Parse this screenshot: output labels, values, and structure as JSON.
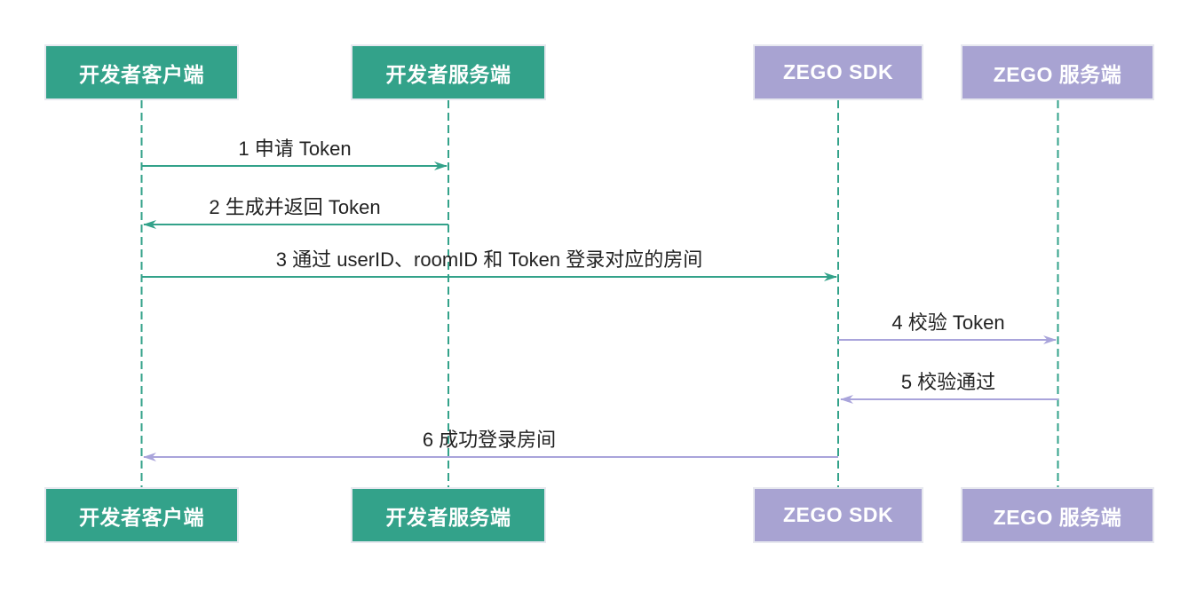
{
  "diagram": {
    "type": "sequence-diagram",
    "background": "#ffffff",
    "colors": {
      "developer_box": "#33a28a",
      "zego_box": "#a8a3d2",
      "developer_arrow": "#33a28a",
      "zego_arrow": "#a9a4db",
      "lifeline": "#33a28a",
      "box_text": "#ffffff",
      "message_text": "#222222"
    },
    "actors": [
      {
        "id": "dev-client",
        "label": "开发者客户端",
        "color": "#33a28a"
      },
      {
        "id": "dev-server",
        "label": "开发者服务端",
        "color": "#33a28a"
      },
      {
        "id": "zego-sdk",
        "label": "ZEGO SDK",
        "color": "#a8a3d2"
      },
      {
        "id": "zego-server",
        "label": "ZEGO 服务端",
        "color": "#a8a3d2"
      }
    ],
    "messages": [
      {
        "seq": 1,
        "text": "1 申请 Token",
        "from": "dev-client",
        "to": "dev-server",
        "color": "#33a28a"
      },
      {
        "seq": 2,
        "text": "2 生成并返回 Token",
        "from": "dev-server",
        "to": "dev-client",
        "color": "#33a28a"
      },
      {
        "seq": 3,
        "text": "3 通过 userID、roomID 和 Token 登录对应的房间",
        "from": "dev-client",
        "to": "zego-sdk",
        "color": "#33a28a"
      },
      {
        "seq": 4,
        "text": "4 校验 Token",
        "from": "zego-sdk",
        "to": "zego-server",
        "color": "#a9a4db"
      },
      {
        "seq": 5,
        "text": "5 校验通过",
        "from": "zego-server",
        "to": "zego-sdk",
        "color": "#a9a4db"
      },
      {
        "seq": 6,
        "text": "6 成功登录房间",
        "from": "zego-sdk",
        "to": "dev-client",
        "color": "#a9a4db"
      }
    ]
  }
}
